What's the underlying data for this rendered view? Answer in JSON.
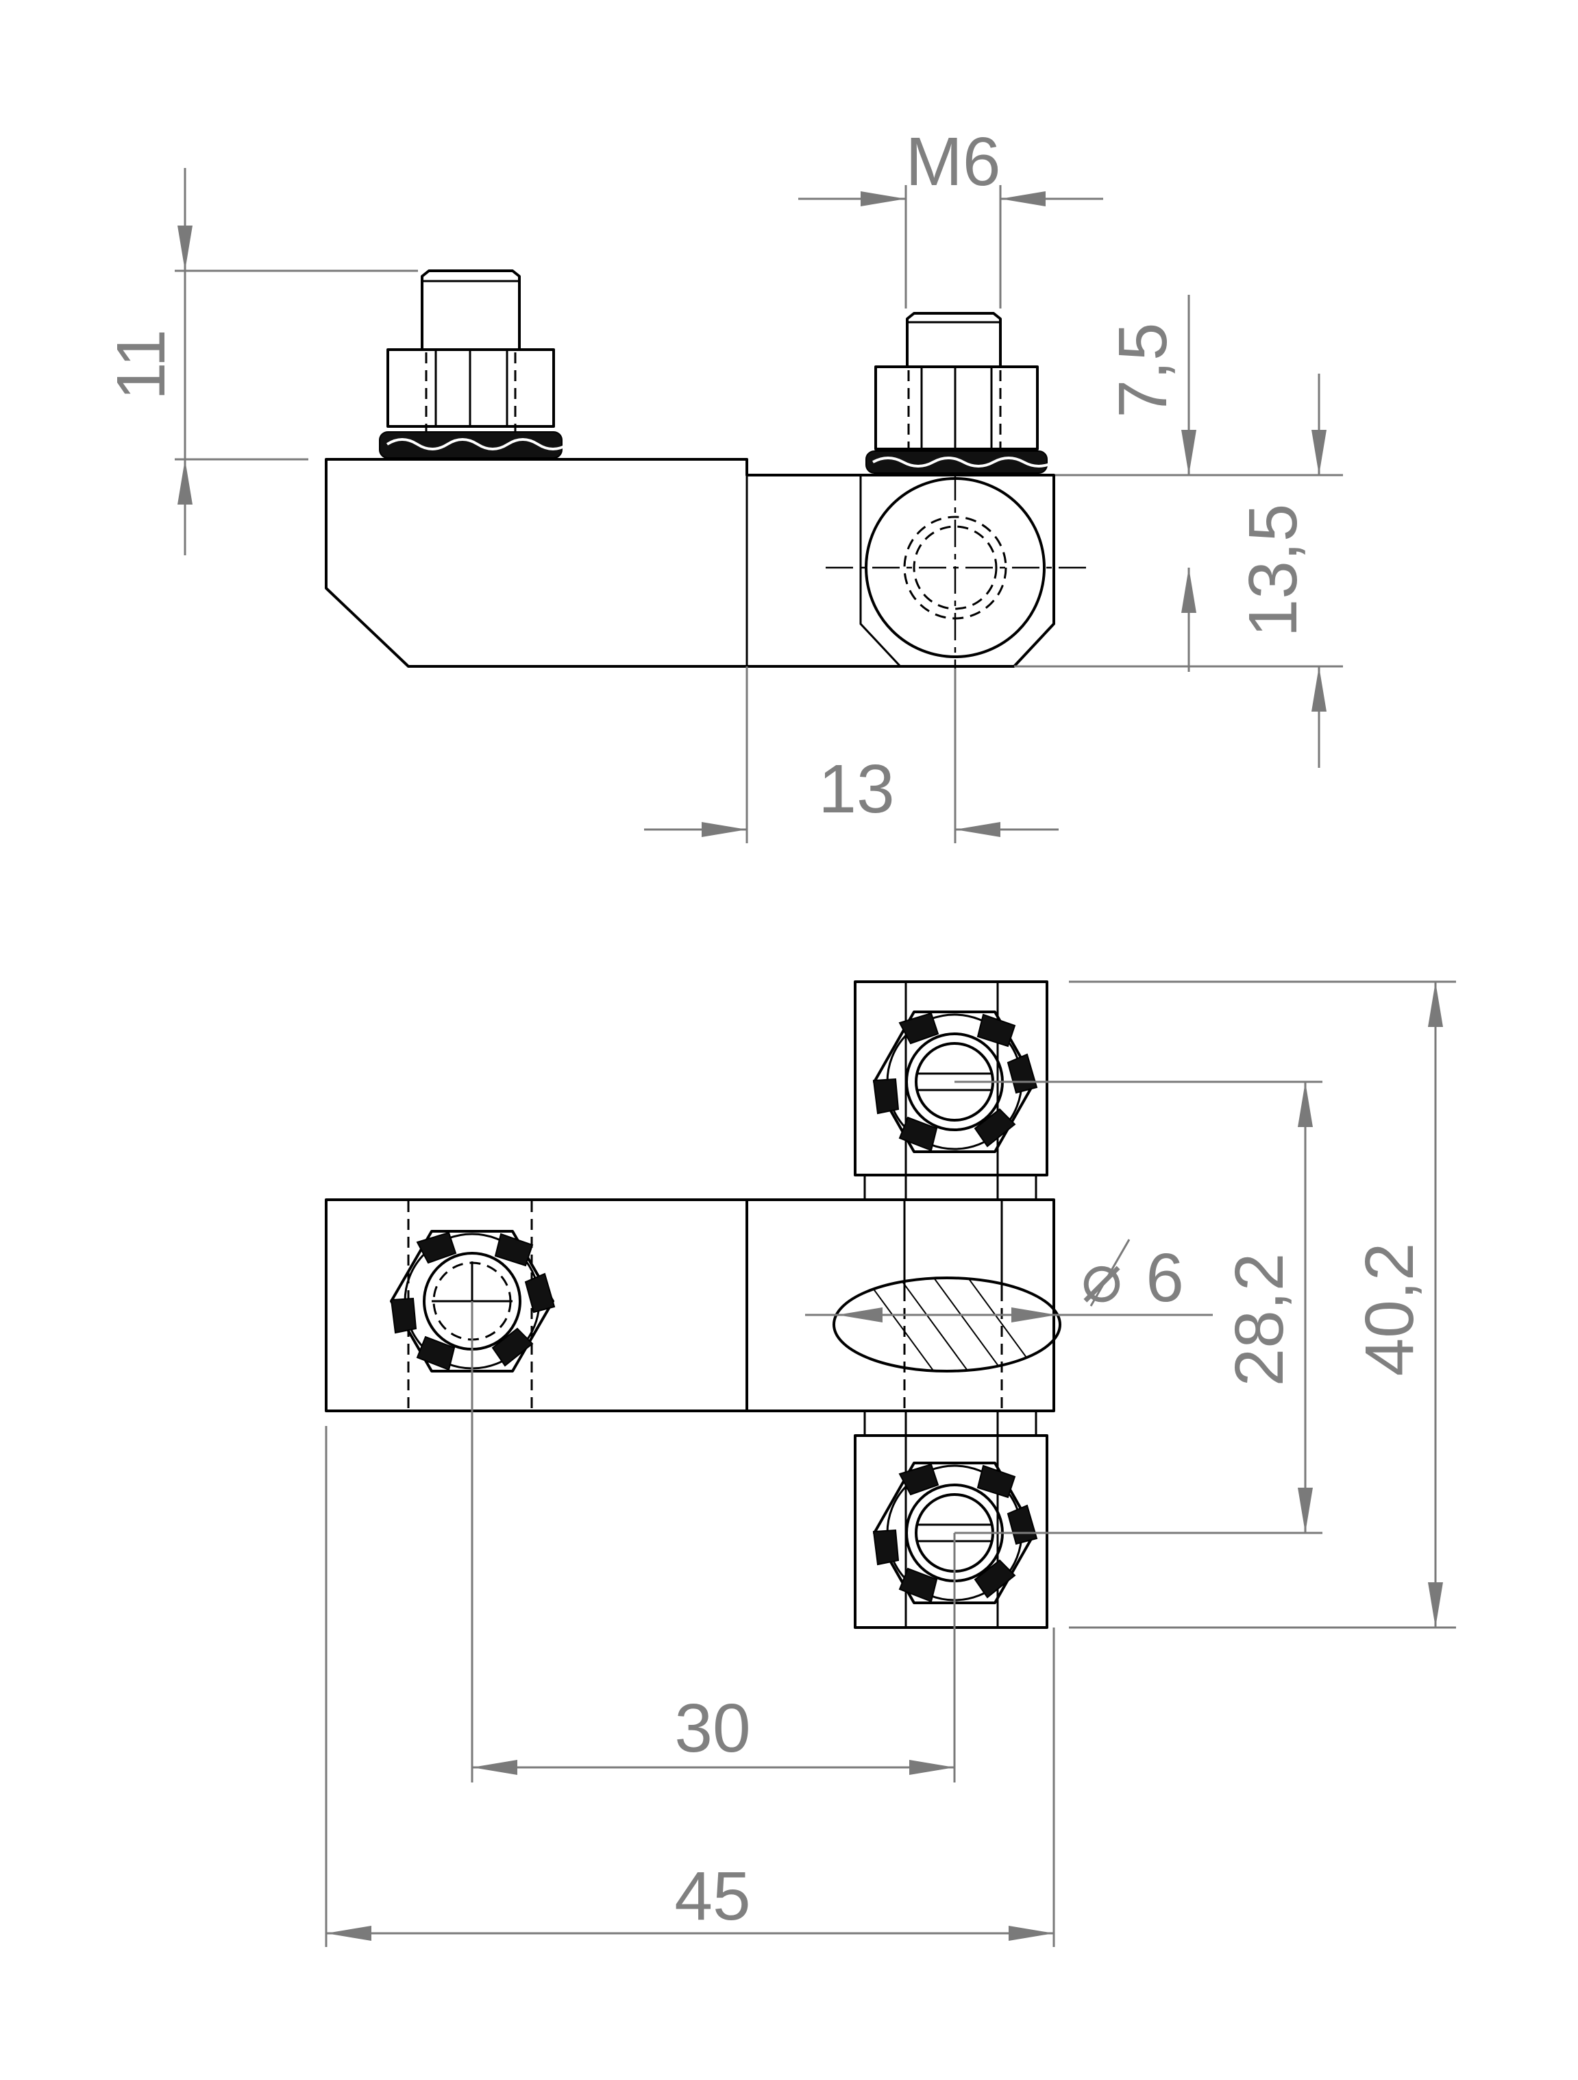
{
  "dimensions": {
    "thread": "M6",
    "stud_height": "11",
    "stud_offset": "7,5",
    "block_height": "13,5",
    "hole_offset": "13",
    "diameter_symbol": "⌀",
    "diameter_value": "6",
    "hole_spacing": "28,2",
    "overall_height": "40,2",
    "stud_spacing": "30",
    "overall_width": "45"
  },
  "colors": {
    "line": "#000000",
    "dimension": "#7a7a7a",
    "background": "#ffffff"
  }
}
